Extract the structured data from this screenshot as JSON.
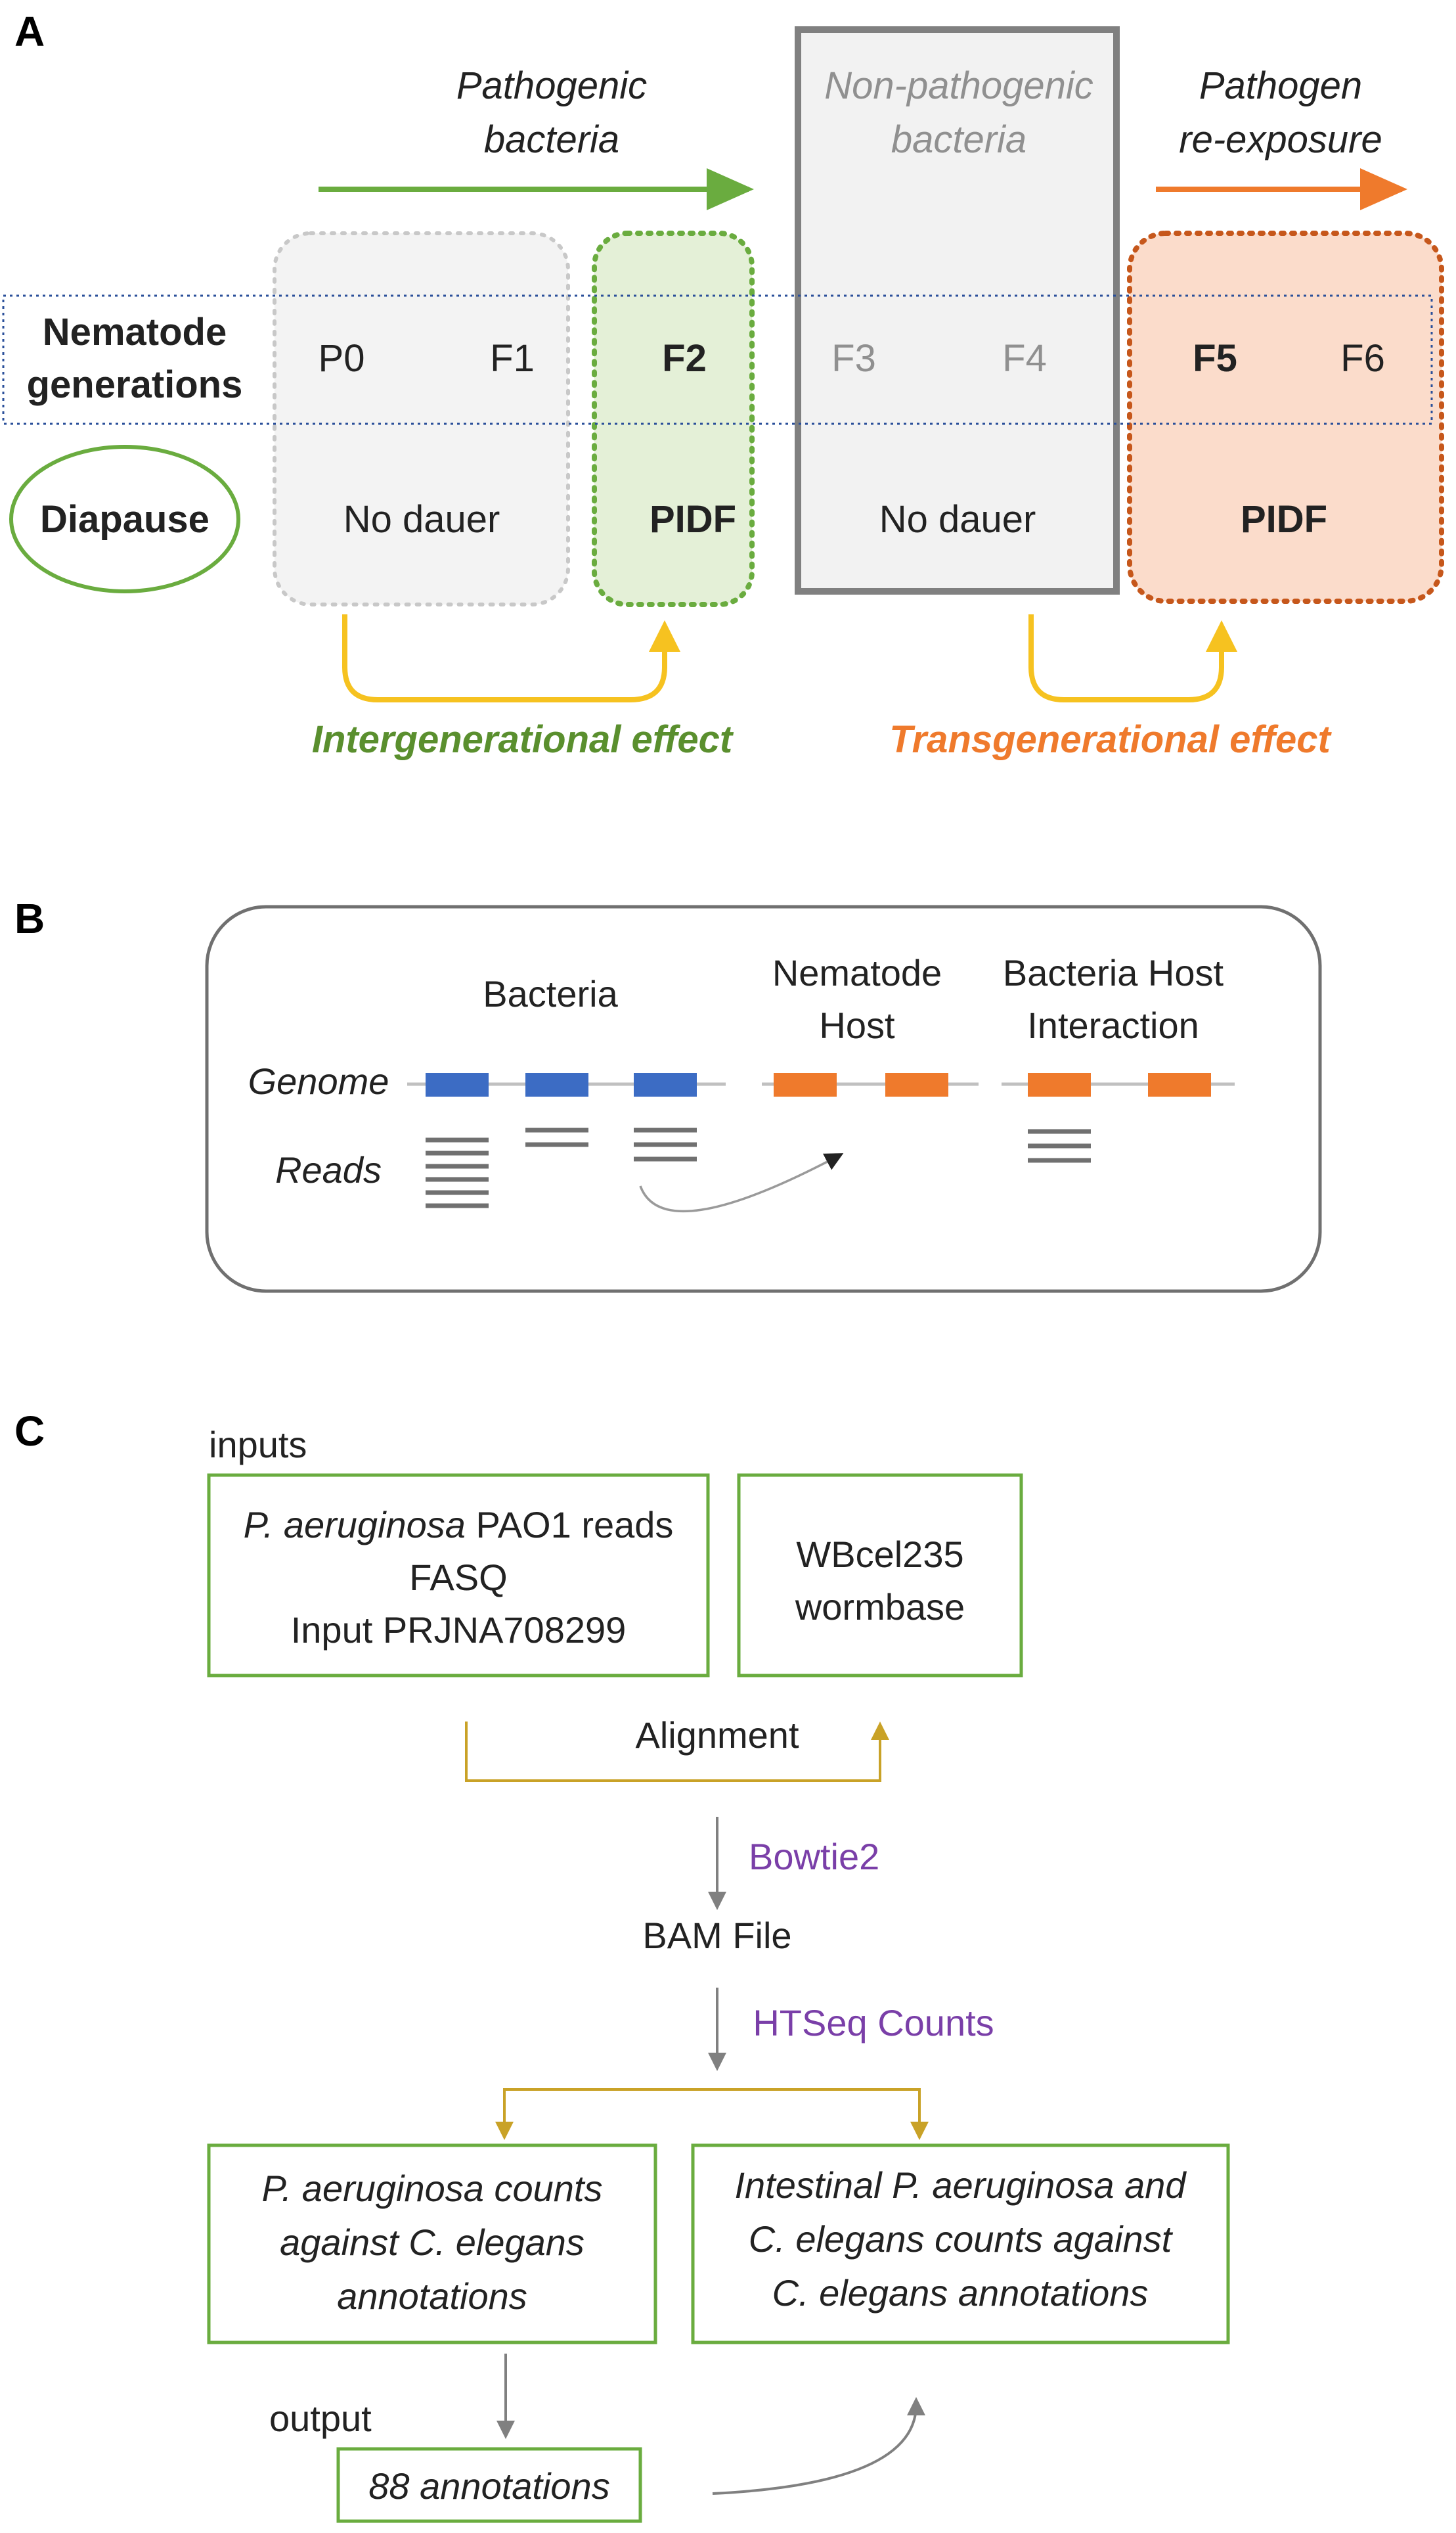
{
  "panelA": {
    "letter": "A",
    "header_pathogenic": [
      "Pathogenic",
      "bacteria"
    ],
    "header_nonpathogenic": [
      "Non-pathogenic",
      "bacteria"
    ],
    "header_reexposure": [
      "Pathogen",
      "re-exposure"
    ],
    "row_label": [
      "Nematode",
      "generations"
    ],
    "generations": [
      "P0",
      "F1",
      "F2",
      "F3",
      "F4",
      "F5",
      "F6"
    ],
    "diapause_label": "Diapause",
    "states": [
      "No dauer",
      "PIDF",
      "No dauer",
      "PIDF"
    ],
    "intergenerational": "Intergenerational effect",
    "transgenerational": "Transgenerational effect",
    "colors": {
      "green": "#6aac3f",
      "orange": "#ef7a2c",
      "yellow": "#f6c220",
      "grey": "#808080",
      "blue_dotted": "#2a4f9a"
    }
  },
  "panelB": {
    "letter": "B",
    "col_bacteria": "Bacteria",
    "col_nematode": [
      "Nematode",
      "Host"
    ],
    "col_interaction": [
      "Bacteria Host",
      "Interaction"
    ],
    "row_genome": "Genome",
    "row_reads": "Reads",
    "colors": {
      "bacteria": "#3c6cc4",
      "host": "#ef7a2c"
    }
  },
  "panelC": {
    "letter": "C",
    "inputs_label": "inputs",
    "input1": {
      "italic": "P. aeruginosa",
      "rest": " PAO1 reads",
      "line2": "FASQ",
      "line3": "Input PRJNA708299"
    },
    "input2": [
      "WBcel235",
      "wormbase"
    ],
    "alignment": "Alignment",
    "tool1": "Bowtie2",
    "bam": "BAM File",
    "tool2": "HTSeq Counts",
    "result1": [
      "P. aeruginosa counts",
      "against C. elegans",
      "annotations"
    ],
    "result2": [
      "Intestinal P. aeruginosa and",
      "C. elegans counts against",
      "C. elegans annotations"
    ],
    "output_label": "output",
    "output_box": "88 annotations"
  }
}
